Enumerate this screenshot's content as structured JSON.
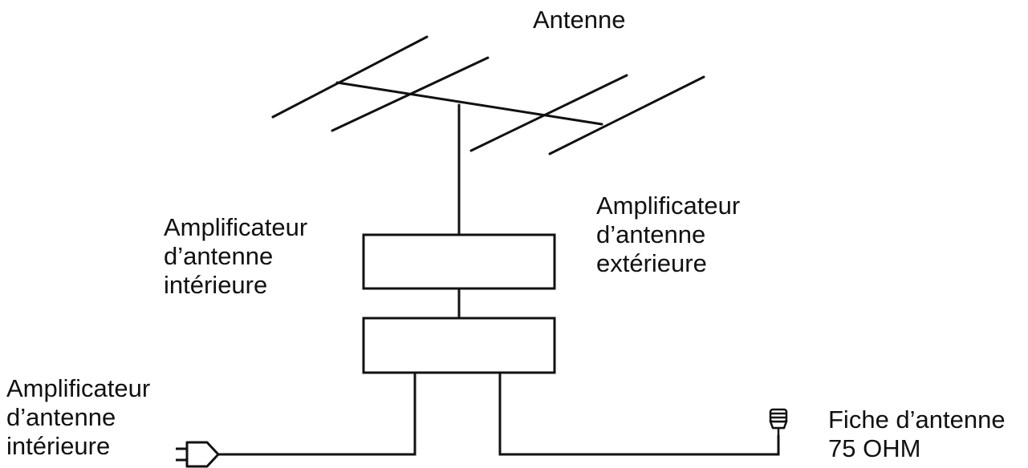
{
  "labels": {
    "antenna": "Antenne",
    "indoor_amp_upper": [
      "Amplificateur",
      "d’antenne",
      "intérieure"
    ],
    "outdoor_amp": [
      "Amplificateur",
      "d’antenne",
      "extérieure"
    ],
    "indoor_amp_lower": [
      "Amplificateur",
      "d’antenne",
      "intérieure"
    ],
    "antenna_plug": [
      "Fiche d’antenne",
      "75 OHM"
    ]
  },
  "colors": {
    "line": "#111111",
    "background": "#ffffff"
  },
  "icons": {
    "power_plug": "power-plug-icon",
    "coax_plug": "coax-plug-icon"
  }
}
